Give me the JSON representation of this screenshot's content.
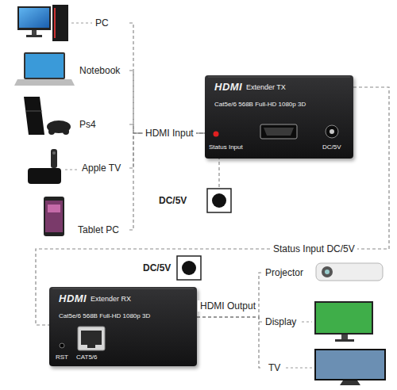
{
  "diagram": {
    "nodes": [
      {
        "text": [
          "PC"
        ]
      },
      {
        "text": [
          "Notebook"
        ]
      },
      {
        "text": [
          "Ps4"
        ]
      },
      {
        "text": [
          "Apple TV"
        ]
      },
      {
        "text": [
          "Tablet PC"
        ]
      },
      {
        "text": [
          "HDMI",
          "Extender TX",
          "Cat5e/6 568B Full-HD 1080p 3D",
          "Status Input",
          "DC/5V"
        ]
      },
      {
        "text": [
          "HDMI",
          "Extender RX",
          "Cat5e/6 568B Full-HD 1080p 3D",
          "RST",
          "CAT5/6"
        ]
      },
      {
        "text": [
          "DC/5V"
        ]
      },
      {
        "text": [
          "DC/5V"
        ]
      },
      {
        "text": [
          "Projector"
        ]
      },
      {
        "text": [
          "Display"
        ]
      },
      {
        "text": [
          "TV"
        ]
      }
    ],
    "edges": [
      {
        "from": 0,
        "to": 5,
        "arrow": "none"
      },
      {
        "from": 1,
        "to": 5,
        "arrow": "none"
      },
      {
        "from": 2,
        "to": 5,
        "label": "HDMI Input",
        "arrow": "none"
      },
      {
        "from": 3,
        "to": 5,
        "arrow": "none"
      },
      {
        "from": 4,
        "to": 5,
        "arrow": "none"
      },
      {
        "from": 7,
        "to": 5,
        "arrow": "none"
      },
      {
        "from": 5,
        "to": 6,
        "label": "Status Input DC/5V",
        "arrow": "none"
      },
      {
        "from": 6,
        "to": 9,
        "label": "HDMI Output",
        "arrow": "none"
      },
      {
        "from": 6,
        "to": 10,
        "arrow": "none"
      },
      {
        "from": 6,
        "to": 11,
        "arrow": "none"
      }
    ]
  }
}
